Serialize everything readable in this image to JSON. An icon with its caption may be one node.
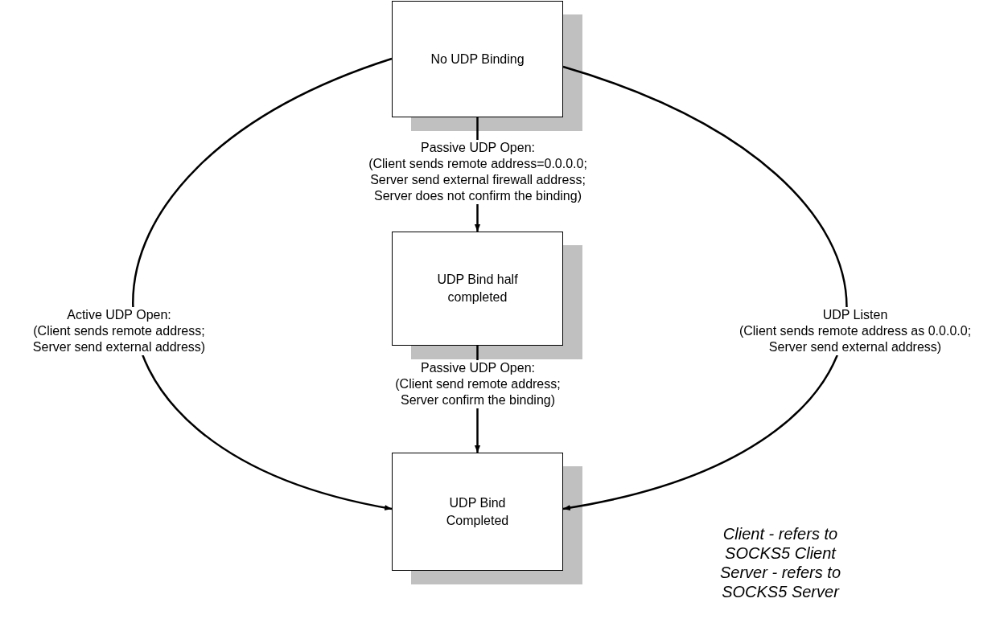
{
  "diagram": {
    "nodes": [
      {
        "text": [
          "No UDP Binding"
        ]
      },
      {
        "text": [
          "UDP Bind half completed"
        ]
      },
      {
        "text": [
          "UDP Bind Completed"
        ]
      }
    ],
    "edges": [
      {
        "from": 0,
        "to": 1,
        "arrow": "to",
        "label": "Passive UDP Open: (Client sends remote address=0.0.0.0; Server send external firewall address; Server does not confirm the binding)"
      },
      {
        "from": 1,
        "to": 2,
        "arrow": "to",
        "label": "Passive UDP Open: (Client send remote address; Server confirm the binding)"
      },
      {
        "from": 0,
        "to": 2,
        "arrow": "to",
        "label": "Active UDP Open: (Client sends remote address; Server send external address)"
      },
      {
        "from": 0,
        "to": 2,
        "arrow": "to",
        "label": "UDP Listen (Client sends remote address as 0.0.0.0; Server send external address)"
      }
    ],
    "labels": [
      "Client - refers to SOCKS5 Client",
      "Server - refers to SOCKS5 Server"
    ]
  }
}
